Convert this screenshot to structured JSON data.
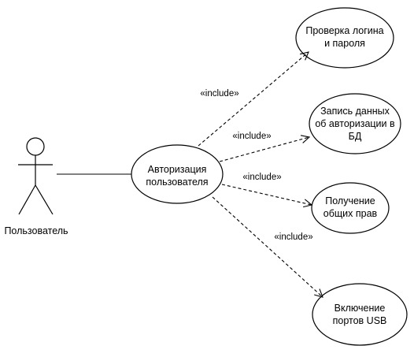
{
  "actor": {
    "label": "Пользователь"
  },
  "main_use_case": {
    "lines": [
      "Авторизация",
      "пользователя"
    ]
  },
  "use_cases": [
    {
      "id": "login-check",
      "lines": [
        "Проверка логина",
        "и пароля"
      ]
    },
    {
      "id": "auth-record",
      "lines": [
        "Запись данных",
        "об авторизации в",
        "БД"
      ]
    },
    {
      "id": "general-rights",
      "lines": [
        "Получение",
        "общих прав"
      ]
    },
    {
      "id": "usb-enable",
      "lines": [
        "Включение",
        "портов USB"
      ]
    }
  ],
  "relations": [
    {
      "label": "«include»"
    },
    {
      "label": "«include»"
    },
    {
      "label": "«include»"
    },
    {
      "label": "«include»"
    }
  ]
}
